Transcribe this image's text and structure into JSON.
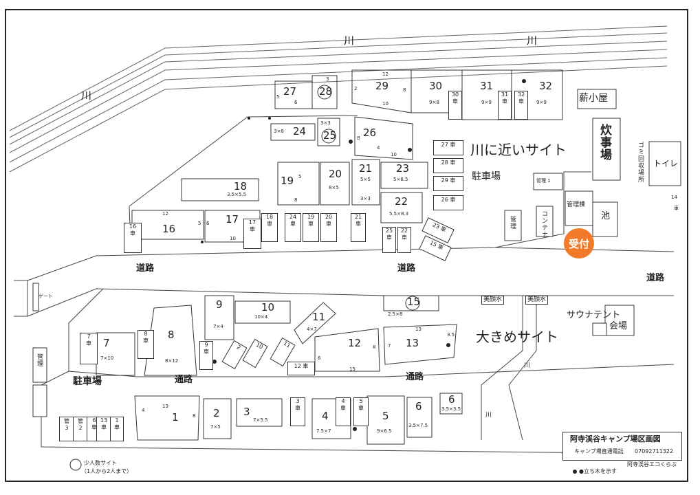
{
  "rivers": {
    "top_left": "川",
    "top_mid": "川",
    "top_right": "川",
    "bottom_1": "川",
    "bottom_2": "川"
  },
  "facilities": {
    "firewood_hut": "薪小屋",
    "kitchen": "炊事場",
    "trash": "ゴミ回収場所",
    "toilet": "トイレ",
    "parking_main": "駐車場",
    "parking_left": "駐車場",
    "admin_box": "管理",
    "admin_car": "管理",
    "admin_car_num": "1",
    "container": "コンテナ",
    "admin_building": "管理棟",
    "pond": "池",
    "reception": "受付",
    "gate": "ゲート",
    "admin_left": "管理",
    "sauna_tent": "サウナテント",
    "sauna_place": "会場",
    "water_1": "美顔水",
    "water_2": "美顔水"
  },
  "annotations": {
    "near_river": "川に近いサイト",
    "large_sites": "大きめサイト"
  },
  "roads": [
    "道路",
    "道路",
    "道路",
    "通路",
    "通路"
  ],
  "car_label": "車",
  "sites": [
    {
      "id": "27",
      "size": "5",
      "size2": "6"
    },
    {
      "id": "28",
      "size": "3"
    },
    {
      "id": "29",
      "size": "12",
      "size2": "10",
      "size3": "2",
      "size4": "8"
    },
    {
      "id": "30",
      "size": "9×8"
    },
    {
      "id": "31",
      "size": "9×9"
    },
    {
      "id": "32",
      "size": "9×9"
    },
    {
      "id": "24",
      "size": "3×8"
    },
    {
      "id": "25",
      "size": "3×3"
    },
    {
      "id": "26",
      "size": "8",
      "size2": "4",
      "size3": "10"
    },
    {
      "id": "18",
      "size": "3.5×5.5"
    },
    {
      "id": "19",
      "size": "5",
      "size2": "8"
    },
    {
      "id": "20",
      "size": "8×5"
    },
    {
      "id": "21",
      "size": "5×5",
      "size2": "3×3"
    },
    {
      "id": "23",
      "size": "5×8.5"
    },
    {
      "id": "22",
      "size": "5.5×8.3"
    },
    {
      "id": "16",
      "size": "12",
      "size2": "5"
    },
    {
      "id": "17",
      "size": "6",
      "size2": "10"
    },
    {
      "id": "9",
      "size": "7×4"
    },
    {
      "id": "10",
      "size": "10×4"
    },
    {
      "id": "11",
      "size": "4×7"
    },
    {
      "id": "15",
      "size": "2.5×8"
    },
    {
      "id": "7",
      "size": "7×10"
    },
    {
      "id": "8",
      "size": "8×12"
    },
    {
      "id": "12",
      "size": "8",
      "size2": "6",
      "size3": "15"
    },
    {
      "id": "13",
      "size": "7",
      "size2": "13",
      "size3": "3.5"
    },
    {
      "id": "1",
      "size": "4",
      "size2": "13",
      "size3": "8"
    },
    {
      "id": "2",
      "size": "7×5"
    },
    {
      "id": "3",
      "size": "7×5.5"
    },
    {
      "id": "4",
      "size": "7.5×7"
    },
    {
      "id": "5",
      "size": "9×6.5"
    },
    {
      "id": "6",
      "size": "3.5×7.5"
    },
    {
      "id": "6",
      "size": "3.5×3.5"
    },
    {
      "id": "14",
      "size": ""
    }
  ],
  "car_slots": [
    "27",
    "28",
    "29",
    "26",
    "30",
    "31",
    "32",
    "16",
    "17",
    "18",
    "24",
    "19",
    "20",
    "21",
    "25",
    "22",
    "23",
    "15",
    "7",
    "8",
    "9",
    "2",
    "10",
    "11",
    "12",
    "3",
    "4",
    "5",
    "14",
    "13",
    "6",
    "管",
    "管"
  ],
  "bottom_cars": [
    {
      "top": "管",
      "bottom": "3"
    },
    {
      "top": "管",
      "bottom": "2"
    },
    {
      "top": "6",
      "bottom": "車"
    },
    {
      "top": "13",
      "bottom": "車"
    },
    {
      "top": "1",
      "bottom": "車"
    }
  ],
  "legend": {
    "title": "阿寺渓谷キャンプ場区画図",
    "phone_label": "キャンプ場直通電話",
    "phone": "07092711322",
    "org": "阿寺渓谷エコくらぶ",
    "tree_note": "●立ち木を示す",
    "small_site": "少人数サイト",
    "small_site_note": "（1人から2人まで）"
  }
}
